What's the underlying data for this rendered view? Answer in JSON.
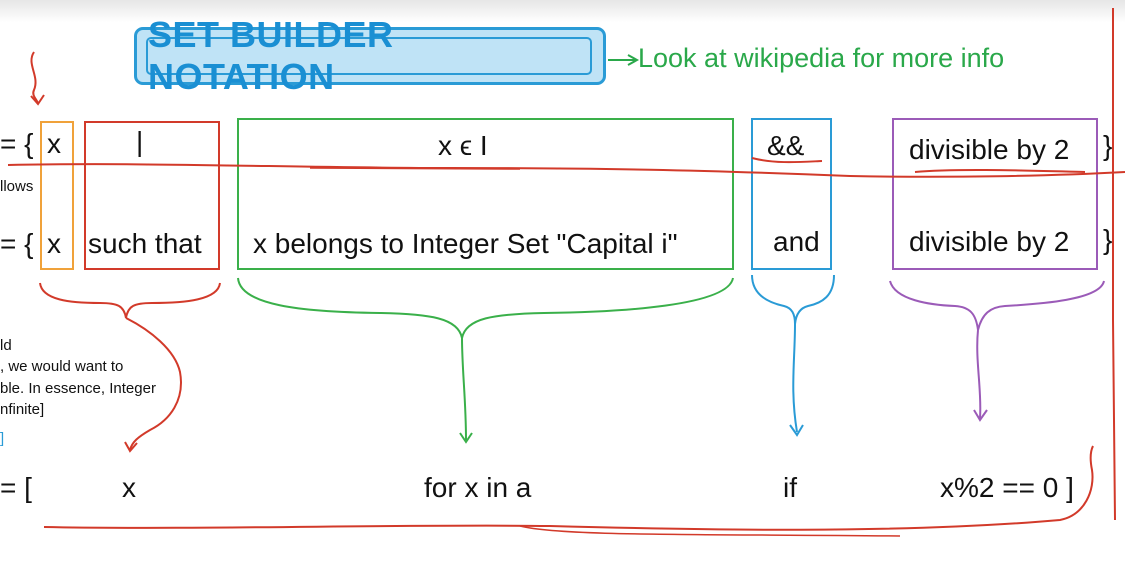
{
  "title": "SET BUILDER NOTATION",
  "note": "Look at wikipedia for more info",
  "row1": {
    "prefix": "= {",
    "variable": "x",
    "such_that": "|",
    "membership": "x ϵ I",
    "and_op": "&&",
    "condition": "divisible by 2",
    "close": "}"
  },
  "row2": {
    "prefix": "= {",
    "variable": "x",
    "such_that": "such that",
    "membership": "x belongs to Integer Set \"Capital i\"",
    "and_op": "and",
    "condition": "divisible by 2",
    "close": "}"
  },
  "row3": {
    "prefix": "= [",
    "expr": "x",
    "loop": "for x in a",
    "if_kw": "if",
    "condition": "x%2 == 0 ]"
  },
  "side_notes": {
    "follows": "llows",
    "line1": "ld",
    "line2": ", we would want to",
    "line3": "ble. In essence, Integer",
    "line4": "nfinite]",
    "line5": "]"
  },
  "colors": {
    "title": "#1a8fd3",
    "note": "#2aa84a",
    "red_ink": "#d23a2a",
    "green_ink": "#3ab04a",
    "blue_ink": "#2a9bd6",
    "purple_ink": "#9b5bb8",
    "orange_ink": "#f0a23a"
  }
}
